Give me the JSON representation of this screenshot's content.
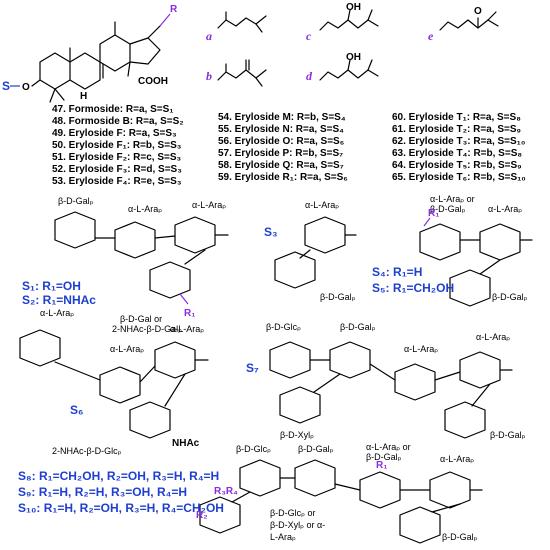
{
  "colors": {
    "blue": "#1f3fd0",
    "purple": "#8a2be2",
    "black": "#000000"
  },
  "core": {
    "r_label": "R",
    "s_label": "S",
    "o_label": "O",
    "h_label": "H",
    "cooh_label": "COOH"
  },
  "side_chains": {
    "a": "a",
    "b": "b",
    "c": "c",
    "d": "d",
    "e": "e",
    "oh": "OH",
    "o": "O"
  },
  "compound_list_1": [
    "47. Formoside: R=a, S=S₁",
    "48. Formoside B: R=a, S=S₂",
    "49. Eryloside F: R=a, S=S₃",
    "50. Eryloside F₁: R=b, S=S₃",
    "51. Eryloside F₂: R=c, S=S₃",
    "52. Eryloside F₃: R=d, S=S₃",
    "53. Eryloside F₄: R=e, S=S₃"
  ],
  "compound_list_2": [
    "54. Eryloside M: R=b, S=S₄",
    "55. Eryloside N: R=a, S=S₄",
    "56. Eryloside O: R=a, S=S₆",
    "57. Eryloside P: R=b, S=S₇",
    "58. Eryloside Q: R=a, S=S₇",
    "59. Eryloside R₁: R=a, S=S₆"
  ],
  "compound_list_3": [
    "60. Eryloside T₁: R=a, S=S₈",
    "61. Eryloside T₂: R=a, S=S₉",
    "62. Eryloside T₃: R=a, S=S₁₀",
    "63. Eryloside T₄: R=b, S=S₈",
    "64. Eryloside T₅: R=b, S=S₉",
    "65. Eryloside T₆: R=b, S=S₁₀"
  ],
  "sugars": {
    "s1_gal": "β-D-Galₚ",
    "s1_ara1": "α-L-Araₚ",
    "s1_ara2": "α-L-Araₚ",
    "s1_label": "S₁: R₁=OH",
    "s2_label": "S₂: R₁=NHAc",
    "s1_gal2": "β-D-Gal or",
    "s1_nhac": "2-NHAc-β-D-Galₚ",
    "r1": "R₁",
    "s3": "S₃",
    "s3_ara": "α-L-Araₚ",
    "s3_gal": "β-D-Galₚ",
    "s4s5_top1": "α-L-Araₚ or",
    "s4s5_top2": "β-D-Galₚ",
    "s4s5_ara": "α-L-Araₚ",
    "s4_label": "S₄: R₁=H",
    "s5_label": "S₅: R₁=CH₂OH",
    "s4s5_gal": "β-D-Galₚ",
    "s6": "S₆",
    "s6_ara1": "α-L-Araₚ",
    "s6_ara2": "α-L-Araₚ",
    "s6_ara3": "α-L-Araₚ",
    "s6_glc": "2-NHAc-β-D-Glcₚ",
    "s6_nhac": "NHAc",
    "s7": "S₇",
    "s7_glc": "β-D-Glcₚ",
    "s7_gal1": "β-D-Galₚ",
    "s7_xyl": "β-D-Xylₚ",
    "s7_ara1": "α-L-Araₚ",
    "s7_ara2": "α-L-Araₚ",
    "s7_gal2": "β-D-Galₚ",
    "s8": "S₈: R₁=CH₂OH, R₂=OH, R₃=H, R₄=H",
    "s9": "S₉: R₁=H, R₂=H, R₃=OH, R₄=H",
    "s10": "S₁₀: R₁=H, R₂=OH, R₃=H, R₄=CH₂OH",
    "s8_glc": "β-D-Glcₚ",
    "s8_gal": "β-D-Galₚ",
    "s8_arag1": "α-L-Araₚ or",
    "s8_arag2": "β-D-Galₚ",
    "s8_ara": "α-L-Araₚ",
    "s8_alt1": "β-D-Glcₚ or",
    "s8_alt2": "β-D-Xylₚ or α-",
    "s8_alt3": "L-Araₚ",
    "s8_gal2": "β-D-Galₚ",
    "r2": "R₂",
    "r3r4": "R₃R₄",
    "r1b": "R₁"
  }
}
